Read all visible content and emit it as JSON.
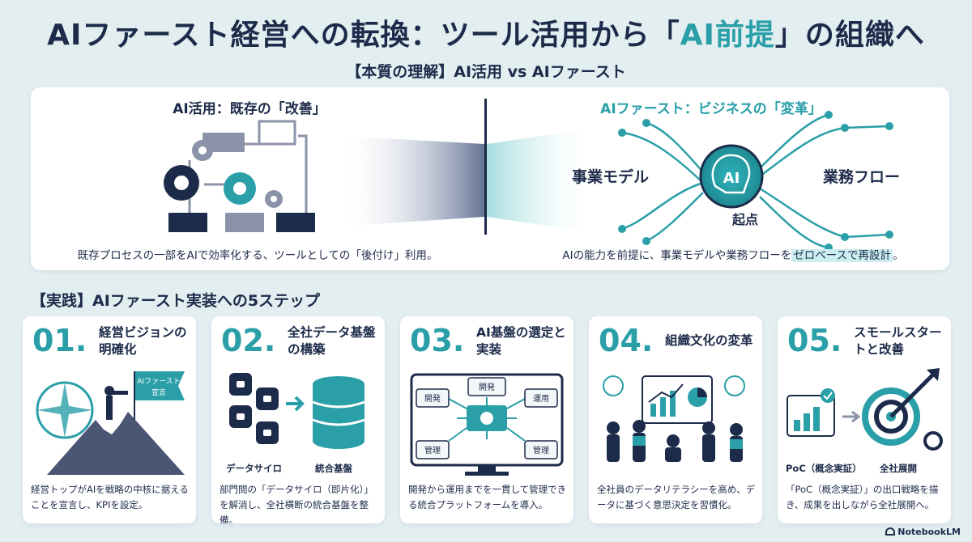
{
  "header": {
    "title_main": "AIファースト経営への転換：ツール活用から「",
    "title_highlight": "AI前提",
    "title_end": "」の組織へ",
    "subtitle": "【本質の理解】AI活用 vs AIファースト"
  },
  "comparison": {
    "left": {
      "heading": "AI活用：既存の「改善」",
      "description": "既存プロセスの一部をAIで効率化する、ツールとしての「後付け」利用。"
    },
    "right": {
      "heading": "AIファースト：ビジネスの「変革」",
      "hub_label": "AI",
      "label_model": "事業モデル",
      "label_flow": "業務フロー",
      "label_origin": "起点",
      "description_before": "AIの能力を前提に、事業モデルや業務フローを",
      "description_mark": "ゼロベースで再設計",
      "description_after": "。"
    }
  },
  "steps_section": {
    "title": "【実践】AIファースト実装への5ステップ",
    "steps": [
      {
        "num": "01.",
        "title": "経営ビジョンの明確化",
        "flag_text_1": "AIファースト",
        "flag_text_2": "宣言",
        "description": "経営トップがAIを戦略の中核に据えることを宣言し、KPIを設定。"
      },
      {
        "num": "02.",
        "title": "全社データ基盤の構築",
        "label_silo": "データサイロ",
        "label_unified": "統合基盤",
        "description": "部門間の「データサイロ（即片化）」を解消し、全社横断の統合基盤を整備。"
      },
      {
        "num": "03.",
        "title": "AI基盤の選定と実装",
        "box_top": "開発",
        "box_left": "開発",
        "box_right": "運用",
        "box_bl": "管理",
        "box_br": "管理",
        "description": "開発から運用までを一貫して管理できる統合プラットフォームを導入。"
      },
      {
        "num": "04.",
        "title": "組織文化の変革",
        "description": "全社員のデータリテラシーを高め、データに基づく意思決定を習慣化。"
      },
      {
        "num": "05.",
        "title": "スモールスタートと改善",
        "label_poc": "PoC（概念実証）",
        "label_rollout": "全社展開",
        "description": "「PoC（概念実証）」の出口戦略を描き、成果を出しながら全社展開へ。"
      }
    ]
  },
  "footer": {
    "brand": "NotebookLM",
    "brand_icon": "notebooklm-icon"
  },
  "colors": {
    "navy": "#1d2b4a",
    "teal": "#2a9fa8",
    "background": "#e3eef1"
  }
}
